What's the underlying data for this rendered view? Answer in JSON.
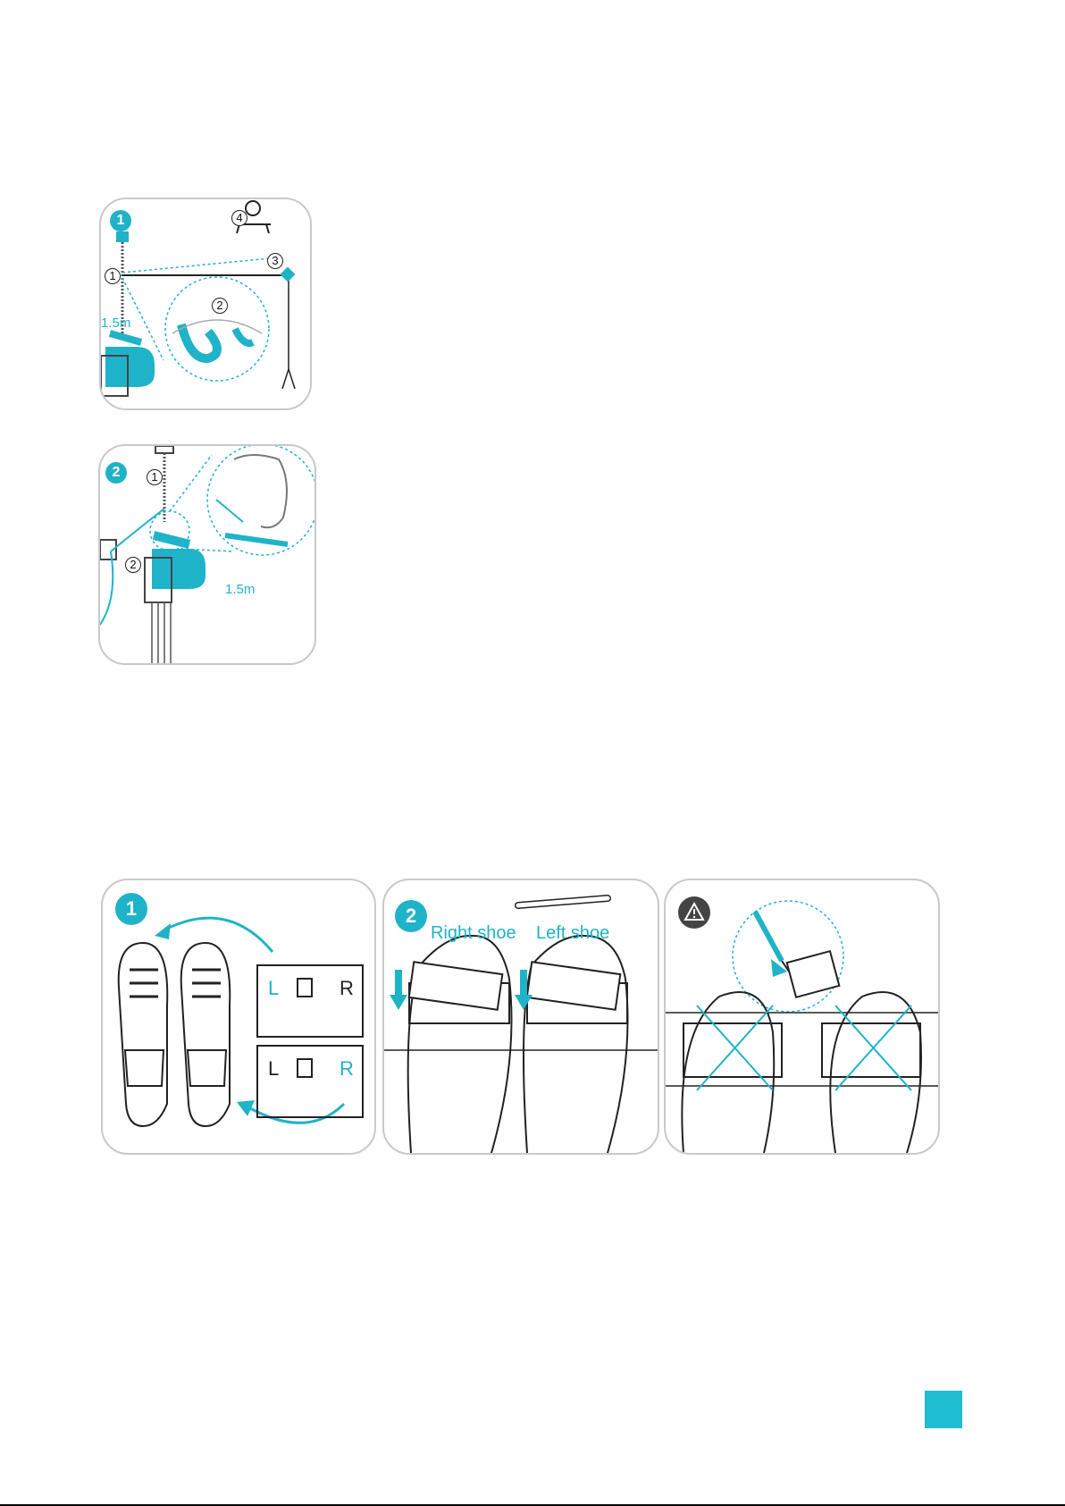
{
  "figure1": {
    "step_badge": "1",
    "callouts": [
      "1",
      "2",
      "3",
      "4"
    ],
    "height_label": "1.5m"
  },
  "figure2": {
    "step_badge": "2",
    "callouts": [
      "1",
      "2"
    ],
    "height_label": "1.5m"
  },
  "shoes": {
    "panel1": {
      "step_badge": "1",
      "card_letters": [
        "L",
        "R"
      ]
    },
    "panel2": {
      "step_badge": "2",
      "right_shoe_label": "Right shoe",
      "left_shoe_label": "Left shoe"
    },
    "panel3": {
      "warning_icon": "warning-triangle-icon"
    }
  },
  "colors": {
    "accent": "#1fb3c9",
    "page_marker": "#1fbdd1"
  }
}
